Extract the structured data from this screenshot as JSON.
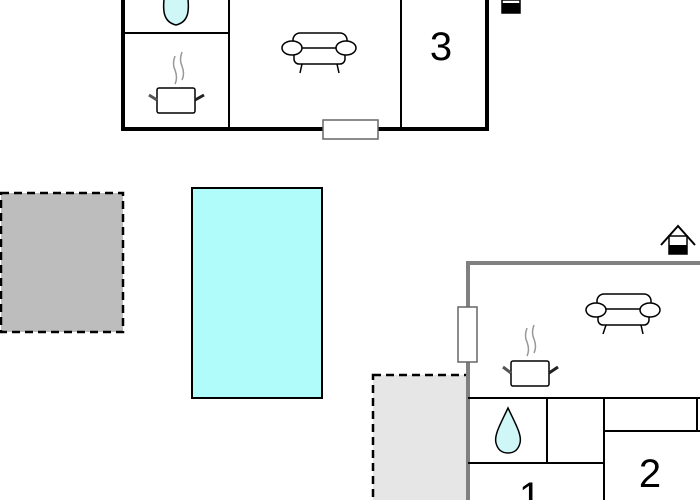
{
  "floorplan": {
    "building_top": {
      "room_label": "3",
      "icons": [
        "water-drop-icon",
        "cooking-pot-icon",
        "sofa-icon"
      ]
    },
    "building_bottom": {
      "room_labels": [
        "1",
        "2"
      ],
      "icons": [
        "water-drop-icon",
        "cooking-pot-icon",
        "sofa-icon",
        "house-icon"
      ]
    },
    "pool": {
      "color": "#b0fcfb"
    },
    "terrace_left": {
      "color": "#bdbdbd"
    },
    "terrace_right": {
      "color": "#e6e6e6"
    },
    "colors": {
      "wall_dark": "#000000",
      "wall_gray": "#808080",
      "water": "#cff7f7"
    }
  }
}
